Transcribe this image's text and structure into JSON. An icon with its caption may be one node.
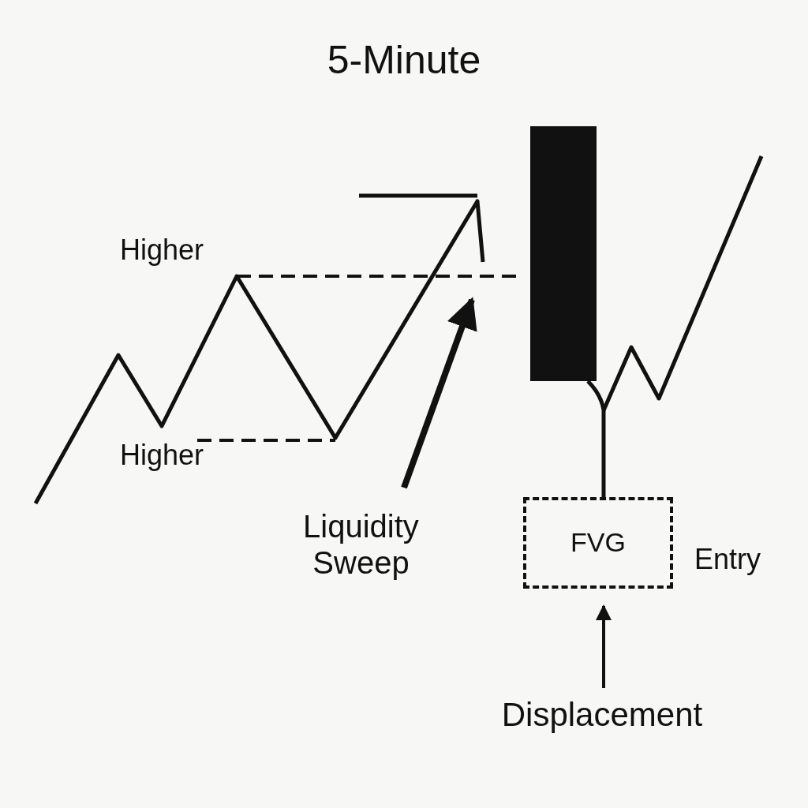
{
  "diagram": {
    "title": "5-Minute",
    "nodes": [
      {
        "text": [
          "Liquidity Sweep"
        ]
      },
      {
        "text": [
          "FVG"
        ],
        "beside": [
          "Entry"
        ]
      },
      {
        "text": [
          "Displacement"
        ]
      }
    ],
    "edges": [
      {
        "from": 0,
        "to": null,
        "arrow": "to",
        "style": "thick"
      },
      {
        "from": 2,
        "to": 1,
        "arrow": "to"
      }
    ],
    "labels": [
      "Higher",
      "Higher"
    ]
  }
}
